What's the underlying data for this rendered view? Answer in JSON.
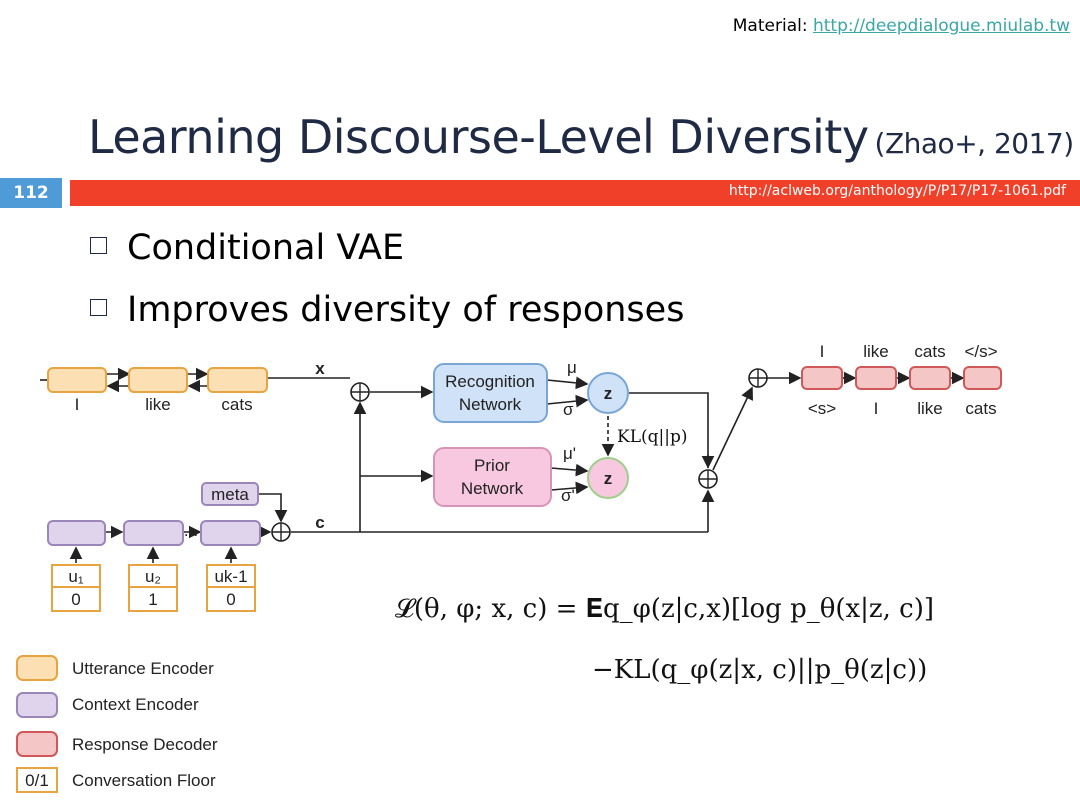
{
  "header": {
    "material_label": "Material: ",
    "material_link": "http://deepdialogue.miulab.tw",
    "title": "Learning Discourse-Level Diversity",
    "title_cite": "(Zhao+, 2017)",
    "page_number": "112",
    "paper_url": "http://aclweb.org/anthology/P/P17/P17-1061.pdf"
  },
  "bullets": [
    "Conditional VAE",
    "Improves diversity of responses"
  ],
  "diagram": {
    "utterance_words": [
      "I",
      "like",
      "cats"
    ],
    "x_label": "x",
    "c_label": "c",
    "meta_label": "meta",
    "ellipsis": "...",
    "recognition_line1": "Recognition",
    "recognition_line2": "Network",
    "prior_line1": "Prior",
    "prior_line2": "Network",
    "mu": "μ",
    "sigma": "σ",
    "mu_prime": "μ'",
    "sigma_prime": "σ'",
    "z": "z",
    "kl": "KL(q||p)",
    "decoder_outputs": [
      "I",
      "like",
      "cats",
      "</s>"
    ],
    "decoder_inputs": [
      "<s>",
      "I",
      "like",
      "cats"
    ],
    "floor_u": [
      "u₁",
      "u₂",
      "uk-1"
    ],
    "floor_v": [
      "0",
      "1",
      "0"
    ]
  },
  "equation": {
    "line1": "𝓛(θ, φ; x, c) = 𝐄q_φ(z|c,x)[log p_θ(x|z, c)]",
    "line2": "−KL(q_φ(z|x, c)||p_θ(z|c))"
  },
  "legend": [
    {
      "label": "Utterance Encoder",
      "color": "#fce0b4",
      "border": "#e8a440"
    },
    {
      "label": "Context Encoder",
      "color": "#e0d4ec",
      "border": "#9a86b8"
    },
    {
      "label": "Response Decoder",
      "color": "#f5c6c6",
      "border": "#d05858"
    },
    {
      "label": "Conversation Floor",
      "swatch_text": "0/1",
      "color": "#ffffff",
      "border": "#e8a440"
    }
  ],
  "colors": {
    "accent_bar": "#f0402a",
    "page_badge": "#4f9bd8",
    "title": "#1f2a44",
    "link": "#3aa6a6"
  }
}
